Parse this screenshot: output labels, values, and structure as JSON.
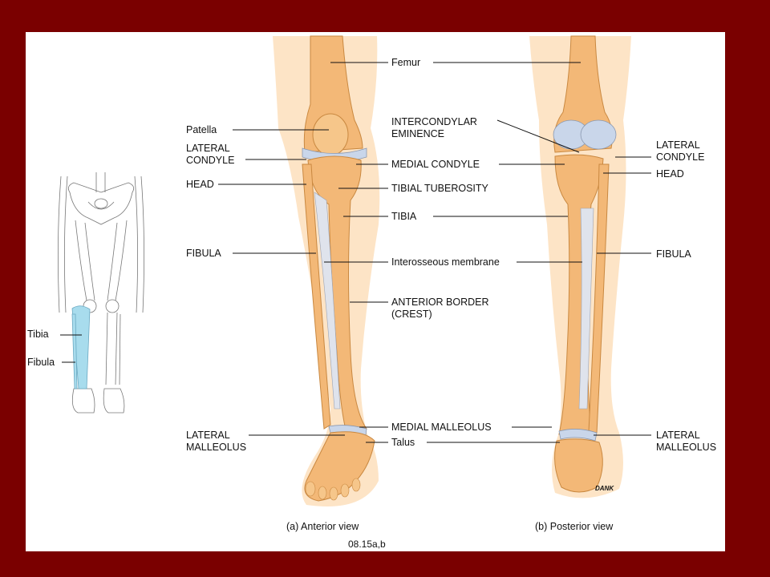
{
  "labels": {
    "femur": "Femur",
    "patella": "Patella",
    "intercondylar": "INTERCONDYLAR\nEMINENCE",
    "lateral_condyle_a": "LATERAL\nCONDYLE",
    "lateral_condyle_b": "LATERAL\nCONDYLE",
    "medial_condyle": "MEDIAL CONDYLE",
    "head_a": "HEAD",
    "head_b": "HEAD",
    "tibial_tuberosity": "TIBIAL TUBEROSITY",
    "tibia": "TIBIA",
    "fibula_a": "FIBULA",
    "fibula_b": "FIBULA",
    "interosseous": "Interosseous membrane",
    "anterior_border": "ANTERIOR BORDER\n(CREST)",
    "medial_malleolus": "MEDIAL MALLEOLUS",
    "talus": "Talus",
    "lateral_malleolus_a": "LATERAL\nMALLEOLUS",
    "lateral_malleolus_b": "LATERAL\nMALLEOLUS"
  },
  "inset": {
    "tibia": "Tibia",
    "fibula": "Fibula"
  },
  "captions": {
    "anterior": "(a) Anterior view",
    "posterior": "(b) Posterior view",
    "figure_id": "08.15a,b",
    "signature": "DANK"
  },
  "colors": {
    "frame": "#7a0000",
    "bone": "#f3b877",
    "bone_light": "#fbdcae",
    "cartilage": "#c9d6ea",
    "highlight": "#a8dced"
  }
}
